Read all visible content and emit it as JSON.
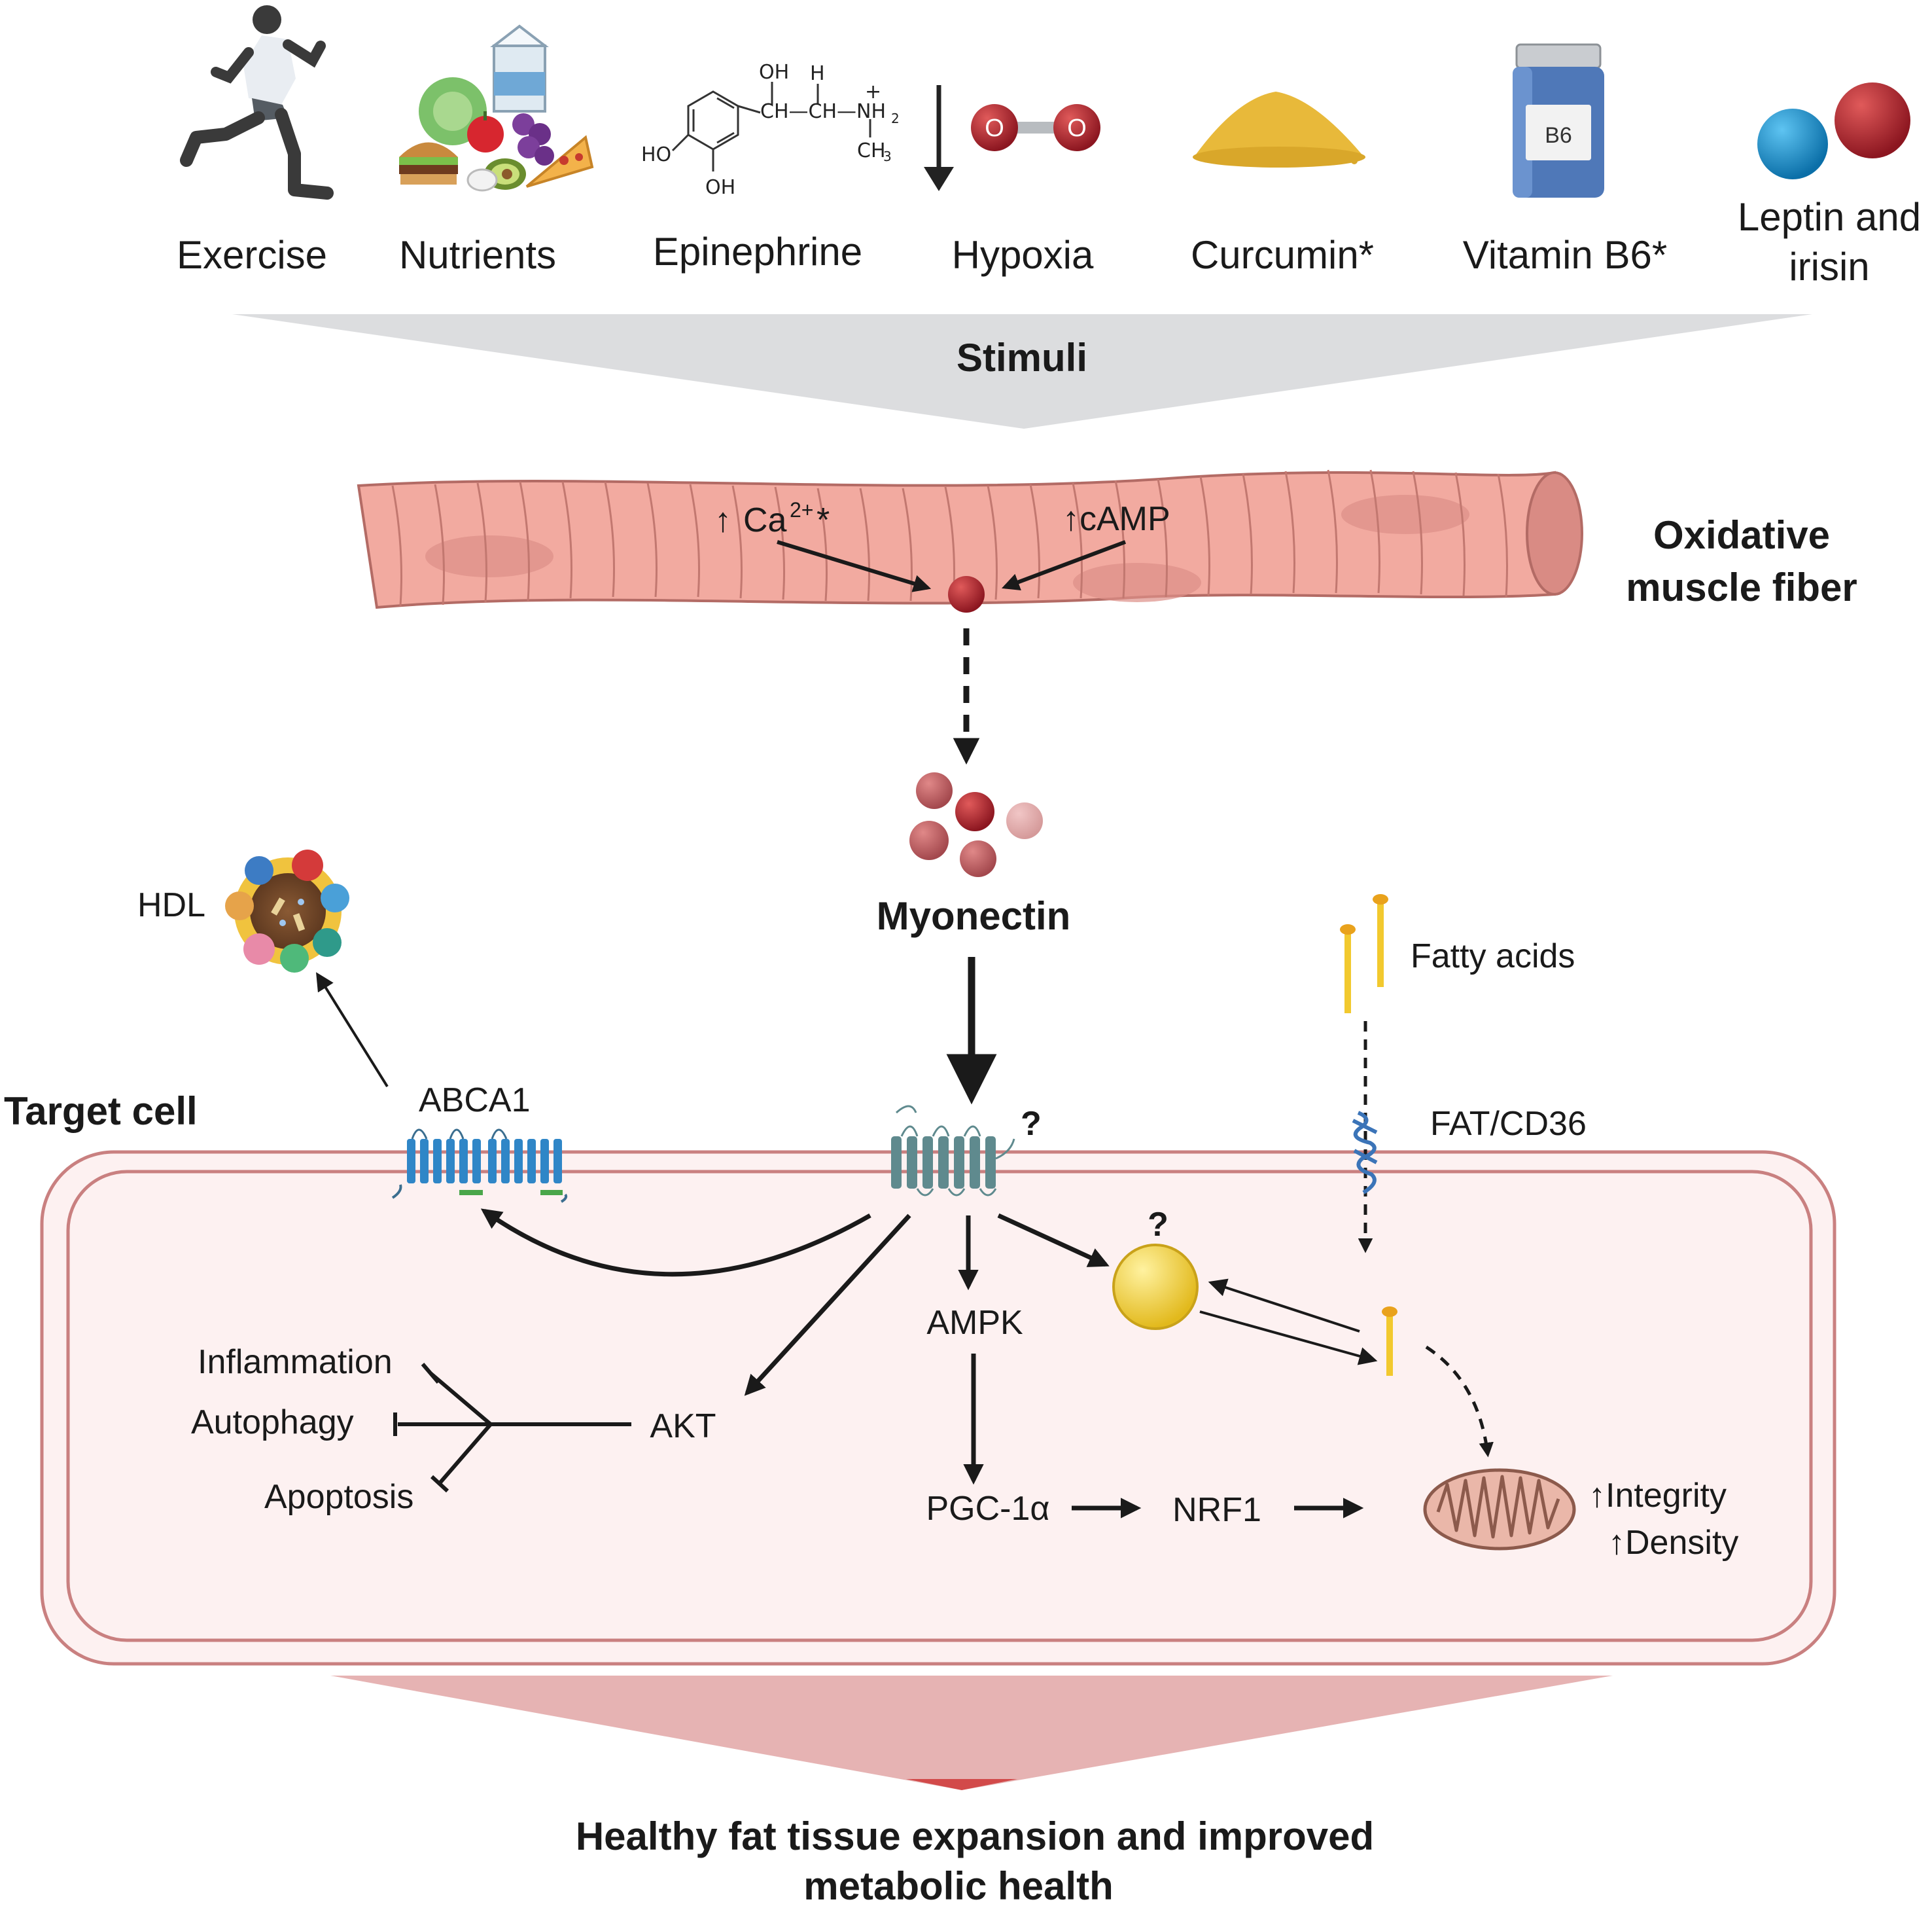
{
  "stimuli": {
    "items": [
      {
        "label": "Exercise",
        "icon": "runner-icon"
      },
      {
        "label": "Nutrients",
        "icon": "food-icon"
      },
      {
        "label": "Epinephrine",
        "icon": "epinephrine-structure-icon"
      },
      {
        "label": "Hypoxia",
        "icon": "oxygen-molecule-icon"
      },
      {
        "label": "Curcumin*",
        "icon": "curcumin-powder-icon"
      },
      {
        "label": "Vitamin B6*",
        "icon": "vitamin-bottle-icon"
      },
      {
        "label_line1": "Leptin and",
        "label_line2": "irisin",
        "icon": "two-spheres-icon"
      }
    ],
    "banner_label": "Stimuli",
    "bottle_label": "B6",
    "chem": {
      "oh_top": "OH",
      "h": "H",
      "ch_chain": "CH—CH—NH",
      "nh_sub": "2",
      "plus": "+",
      "ch3": "CH",
      "ch3_sub": "3",
      "ho": "HO",
      "oh_bottom": "OH",
      "oxygen": "O"
    }
  },
  "muscle": {
    "label_line1": "Oxidative",
    "label_line2": "muscle fiber",
    "ca_arrow": "↑",
    "ca_text": "Ca",
    "ca_sup": "2+",
    "ca_star": "*",
    "camp_text": "↑cAMP"
  },
  "myonectin": {
    "label": "Myonectin"
  },
  "hdl": {
    "label": "HDL"
  },
  "target_cell": {
    "label": "Target cell"
  },
  "pathway": {
    "abca1": "ABCA1",
    "receptor_q": "?",
    "fatty_acids": "Fatty acids",
    "fat_cd36": "FAT/CD36",
    "lipid_q": "?",
    "ampk": "AMPK",
    "akt": "AKT",
    "inflammation": "Inflammation",
    "autophagy": "Autophagy",
    "apoptosis": "Apoptosis",
    "pgc": "PGC-1α",
    "nrf1": "NRF1",
    "integrity": "↑Integrity",
    "density": "↑Density"
  },
  "outcome": {
    "line1": "Healthy fat tissue expansion and improved",
    "line2": "metabolic health"
  },
  "colors": {
    "banner_gray": "#dcdddf",
    "muscle_fill": "#f2aaa0",
    "muscle_stroke": "#b36b65",
    "cell_fill": "#fdf1f1",
    "cell_stroke": "#c98080",
    "outcome_fill": "#e6b3b3",
    "myonectin_dark": "#9e1b26",
    "lipid_yellow": "#f2c92e",
    "receptor_teal": "#5f8a8e",
    "abca1_blue": "#2f86c7"
  }
}
